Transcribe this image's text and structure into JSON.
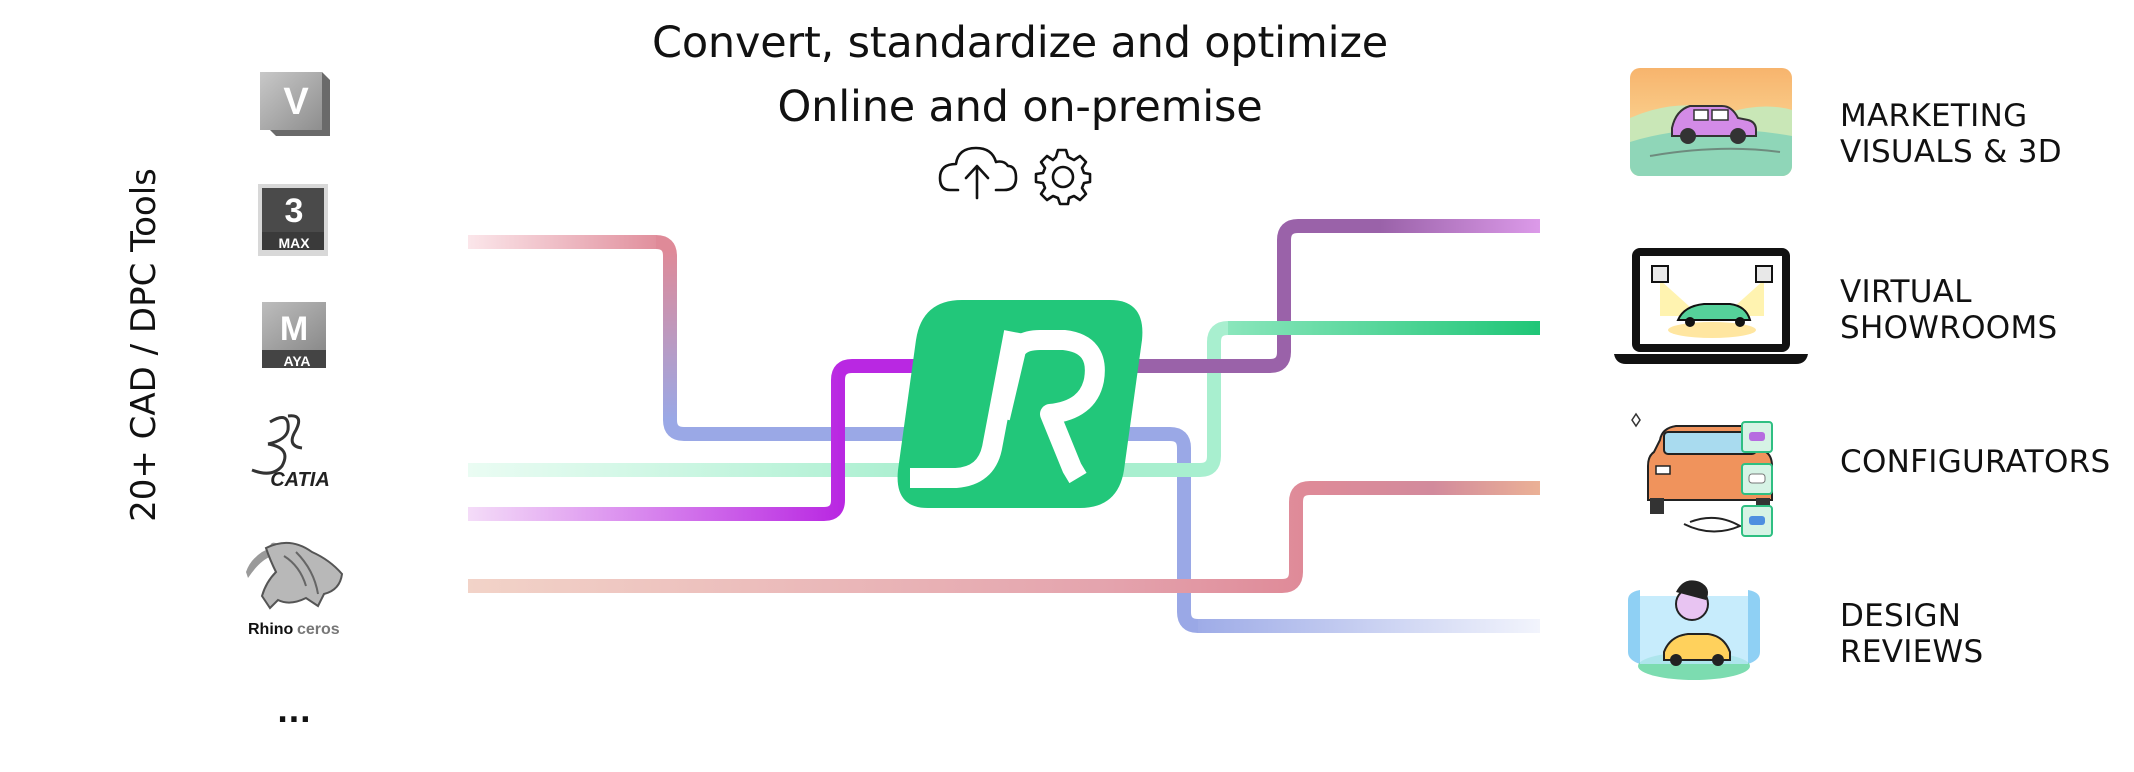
{
  "heading": {
    "line1": "Convert, standardize and optimize",
    "line2": "Online and on-premise"
  },
  "header_icons": [
    "cloud-upload-icon",
    "gear-icon"
  ],
  "tools": {
    "label": "20+ CAD / DPC Tools",
    "icons": [
      {
        "name": "vred-icon",
        "letter": "V",
        "sub": ""
      },
      {
        "name": "3ds-max-icon",
        "letter": "3",
        "sub": "MAX"
      },
      {
        "name": "maya-icon",
        "letter": "M",
        "sub": "AYA"
      },
      {
        "name": "catia-icon",
        "letter": "",
        "sub": "CATIA"
      },
      {
        "name": "rhinoceros-icon",
        "letter": "",
        "sub": "Rhinoceros"
      }
    ],
    "more": "..."
  },
  "hub": {
    "name": "rapid-compact-logo",
    "color": "#22c77a"
  },
  "use_cases": [
    {
      "name": "marketing",
      "line1": "MARKETING",
      "line2": "VISUALS & 3D"
    },
    {
      "name": "virtual-showrooms",
      "line1": "VIRTUAL",
      "line2": "SHOWROOMS"
    },
    {
      "name": "configurators",
      "line1": "CONFIGURATORS",
      "line2": ""
    },
    {
      "name": "design-reviews",
      "line1": "DESIGN",
      "line2": "REVIEWS"
    }
  ],
  "colors": {
    "pink": "#df8a98",
    "blue": "#9aa8e6",
    "mint": "#a8efcf",
    "purple": "#b928e2",
    "peach": "#e9a58b",
    "violet": "#9a62a9",
    "green": "#22c77a"
  }
}
